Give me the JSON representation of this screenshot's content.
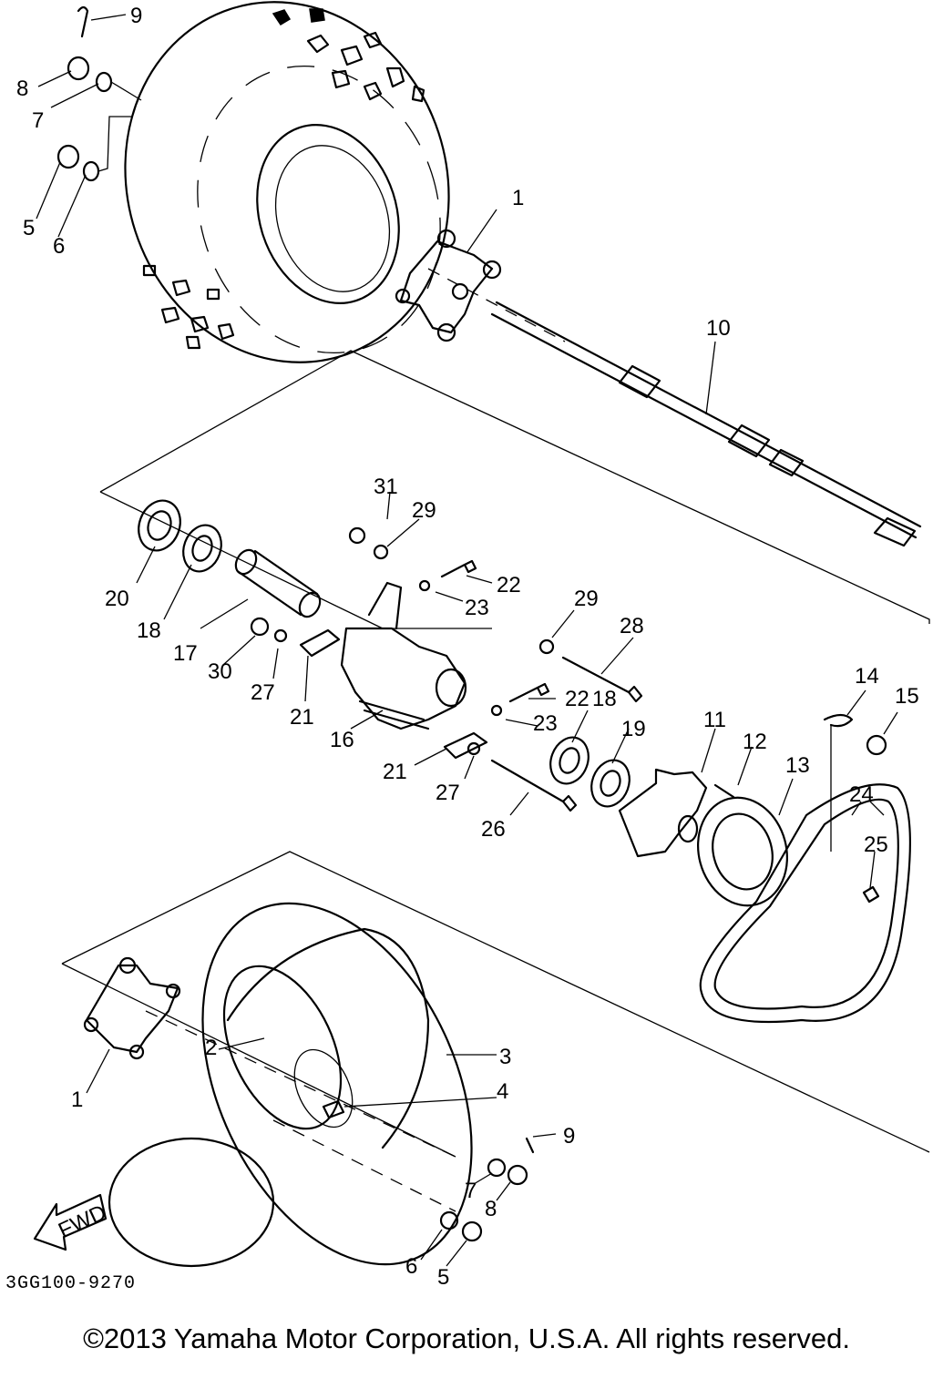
{
  "labels": {
    "l1a": "1",
    "l1b": "1",
    "l2": "2",
    "l3": "3",
    "l4": "4",
    "l5a": "5",
    "l5b": "5",
    "l6a": "6",
    "l6b": "6",
    "l7a": "7",
    "l7b": "7",
    "l8a": "8",
    "l8b": "8",
    "l9a": "9",
    "l9b": "9",
    "l10": "10",
    "l11": "11",
    "l12": "12",
    "l13": "13",
    "l14": "14",
    "l15": "15",
    "l16": "16",
    "l17": "17",
    "l18a": "18",
    "l18b": "18",
    "l19": "19",
    "l20": "20",
    "l21a": "21",
    "l21b": "21",
    "l22a": "22",
    "l22b": "22",
    "l23a": "23",
    "l23b": "23",
    "l24": "24",
    "l25": "25",
    "l26": "26",
    "l27a": "27",
    "l27b": "27",
    "l28": "28",
    "l29a": "29",
    "l29b": "29",
    "l30": "30",
    "l31": "31"
  },
  "fwd_arrow": "FWD",
  "part_code": "3GG100-9270",
  "copyright": "©2013 Yamaha Motor Corporation, U.S.A. All rights reserved."
}
